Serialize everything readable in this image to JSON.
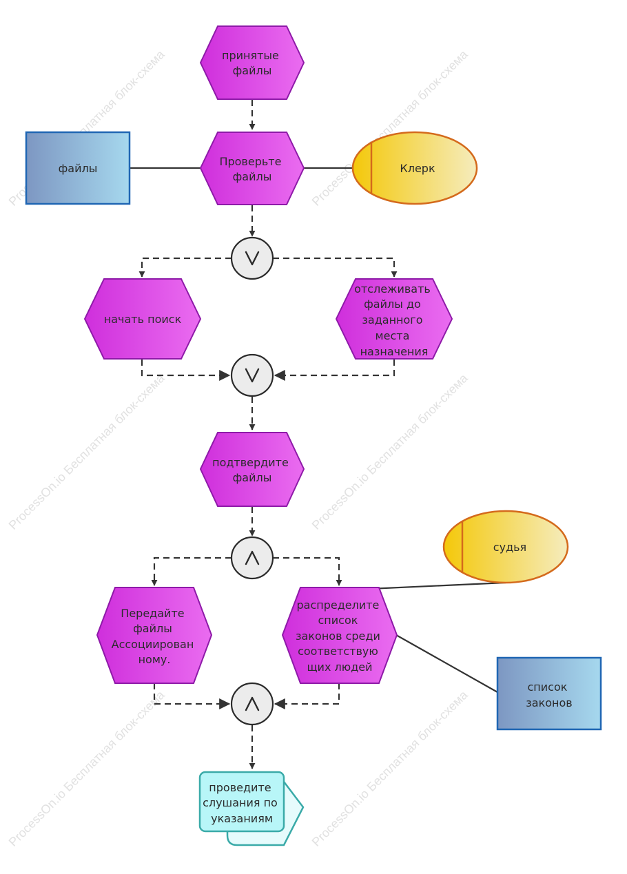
{
  "diagram": {
    "watermark": "ProcessOn.io Бесплатная блок-схема",
    "colors": {
      "event": "#d63ee0",
      "resource": "#9ccfea",
      "role": "#f3cf17",
      "document": "#b8f6f8",
      "gate": "#ececec",
      "line": "#333333"
    },
    "nodes": {
      "accepted_files": {
        "lines": [
          "принятые",
          "файлы"
        ]
      },
      "check_files": {
        "lines": [
          "Проверьте",
          "файлы"
        ]
      },
      "files_resource": {
        "lines": [
          "файлы"
        ]
      },
      "clerk": {
        "lines": [
          "Клерк"
        ]
      },
      "or_split": {
        "symbol": "∨"
      },
      "start_search": {
        "lines": [
          "начать поиск"
        ]
      },
      "track_files": {
        "lines": [
          "отслеживать",
          "файлы до",
          "заданного",
          "места",
          "назначения"
        ]
      },
      "or_join": {
        "symbol": "∨"
      },
      "confirm_files": {
        "lines": [
          "подтвердите",
          "файлы"
        ]
      },
      "and_split": {
        "symbol": "∧"
      },
      "judge": {
        "lines": [
          "судья"
        ]
      },
      "transfer_files": {
        "lines": [
          "Передайте",
          "файлы",
          "Ассоциирован",
          "ному."
        ]
      },
      "distribute_laws": {
        "lines": [
          "распределите",
          "список",
          "законов среди",
          "соответствую",
          "щих людей"
        ]
      },
      "laws_list": {
        "lines": [
          "список",
          "законов"
        ]
      },
      "and_join": {
        "symbol": "∧"
      },
      "hold_hearings": {
        "lines": [
          "проведите",
          "слушания по",
          "указаниям"
        ]
      }
    }
  }
}
